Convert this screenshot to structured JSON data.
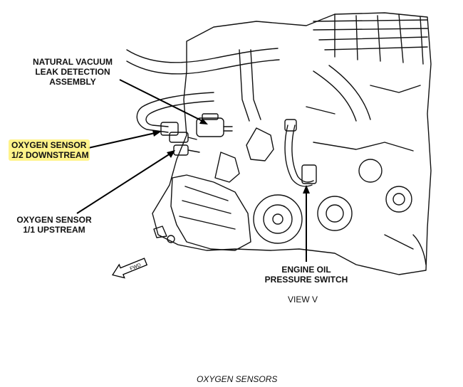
{
  "labels": {
    "natural_vacuum": [
      "NATURAL VACUUM",
      "LEAK DETECTION",
      "ASSEMBLY"
    ],
    "o2_downstream": [
      "OXYGEN SENSOR",
      "1/2 DOWNSTREAM"
    ],
    "o2_upstream": [
      "OXYGEN SENSOR",
      "1/1 UPSTREAM"
    ],
    "oil_pressure": [
      "ENGINE OIL",
      "PRESSURE SWITCH"
    ],
    "fwd": "FWD"
  },
  "view_label": "VIEW V",
  "caption": "OXYGEN SENSORS",
  "highlight_color": "#fff176"
}
